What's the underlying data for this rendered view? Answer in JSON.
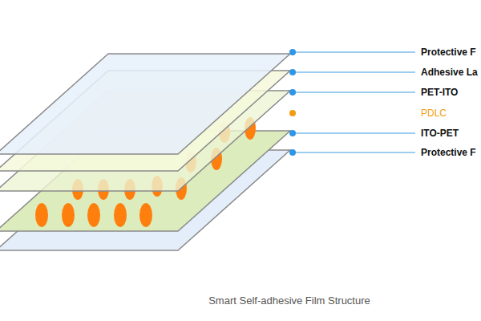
{
  "diagram": {
    "caption": "Smart Self-adhesive Film Structure",
    "labels": [
      "Protective F",
      "Adhesive La",
      "PET-ITO",
      "PDLC",
      "ITO-PET",
      "Protective F"
    ]
  }
}
